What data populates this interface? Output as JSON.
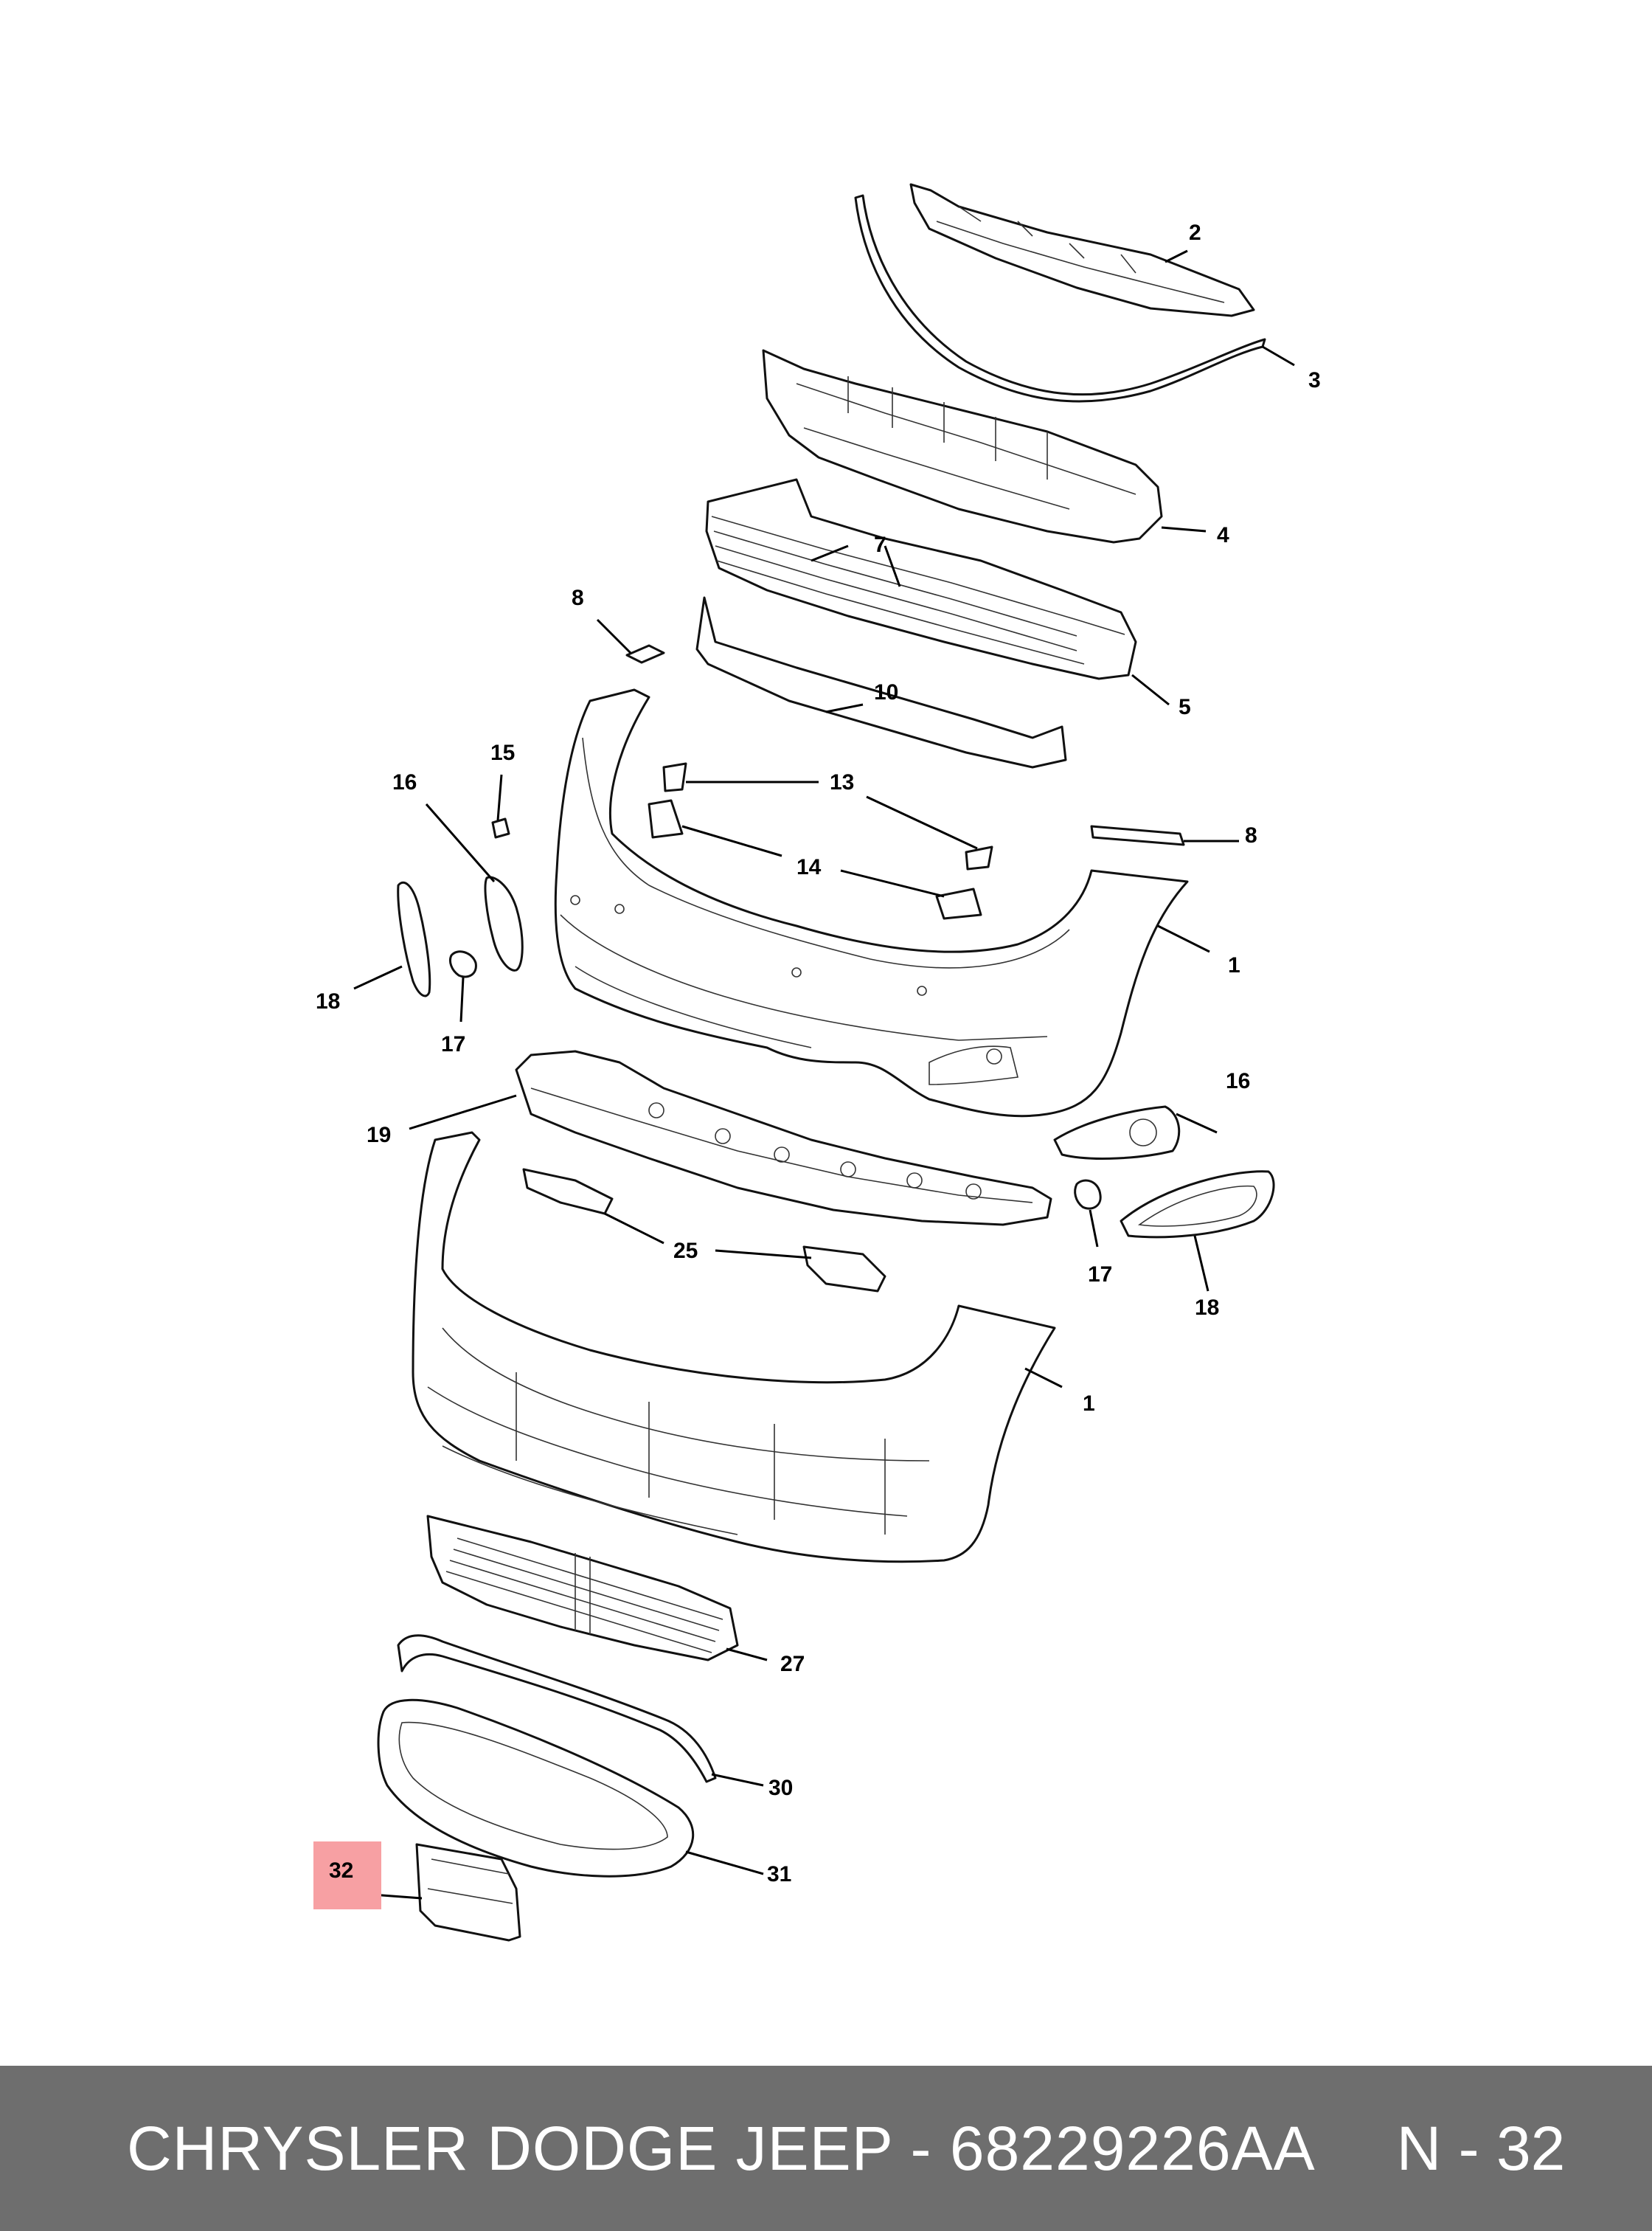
{
  "callouts": {
    "c2": "2",
    "c3": "3",
    "c4": "4",
    "c5": "5",
    "c7": "7",
    "c8a": "8",
    "c8b": "8",
    "c10": "10",
    "c13": "13",
    "c14": "14",
    "c15": "15",
    "c16a": "16",
    "c16b": "16",
    "c17a": "17",
    "c17b": "17",
    "c18a": "18",
    "c18b": "18",
    "c19": "19",
    "c1a": "1",
    "c1b": "1",
    "c25": "25",
    "c27": "27",
    "c30": "30",
    "c31": "31",
    "c32": "32"
  },
  "highlight_color": "#f7a0a3",
  "footer": {
    "part_label": "CHRYSLER DODGE JEEP - 68229226AA",
    "page_label": "N - 32",
    "background": "#6e6e6e"
  }
}
